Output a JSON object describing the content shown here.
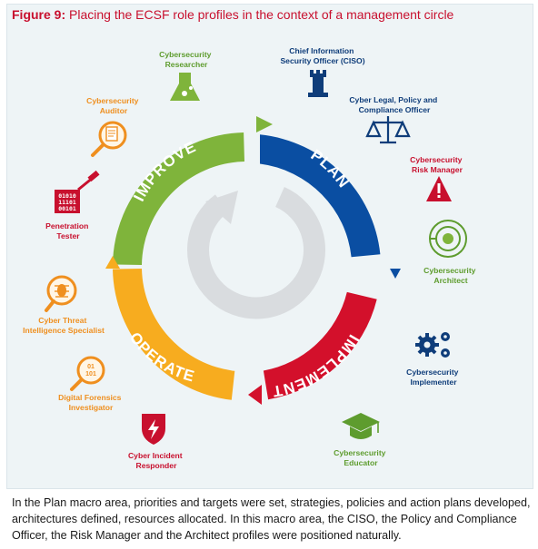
{
  "caption": {
    "label": "Figure 9:",
    "text": "Placing the ECSF role profiles in the context of a management circle"
  },
  "phases": {
    "plan": "PLAN",
    "implement": "IMPLEMENT",
    "operate": "OPERATE",
    "improve": "IMPROVE"
  },
  "roles": {
    "ciso": [
      "Chief Information",
      "Security Officer (CISO)"
    ],
    "legal": [
      "Cyber Legal, Policy and",
      "Compliance Officer"
    ],
    "risk": [
      "Cybersecurity",
      "Risk Manager"
    ],
    "architect": [
      "Cybersecurity",
      "Architect"
    ],
    "implementer": [
      "Cybersecurity",
      "Implementer"
    ],
    "educator": [
      "Cybersecurity",
      "Educator"
    ],
    "responder": [
      "Cyber Incident",
      "Responder"
    ],
    "forensics": [
      "Digital Forensics",
      "Investigator"
    ],
    "threat": [
      "Cyber Threat",
      "Intelligence Specialist"
    ],
    "pentester": [
      "Penetration",
      "Tester"
    ],
    "auditor": [
      "Cybersecurity",
      "Auditor"
    ],
    "researcher": [
      "Cybersecurity",
      "Researcher"
    ]
  },
  "icons": {
    "binary": [
      "01010",
      "11101",
      "00101"
    ],
    "forensics_bits": [
      "01",
      "101"
    ]
  },
  "colors": {
    "plan": "#0a4ea2",
    "implement": "#d3102b",
    "operate": "#f7ac1f",
    "improve": "#7fb43b",
    "role_blue": "#0f3d7a",
    "role_red": "#c8102e",
    "role_orange": "#ef8f1f",
    "role_green": "#5e9c2e"
  },
  "body": "In the Plan macro area, priorities and targets were set, strategies, policies and action plans developed, architectures defined, resources allocated. In this macro area, the CISO, the Policy and Compliance Officer, the Risk Manager and the Architect profiles were positioned naturally."
}
